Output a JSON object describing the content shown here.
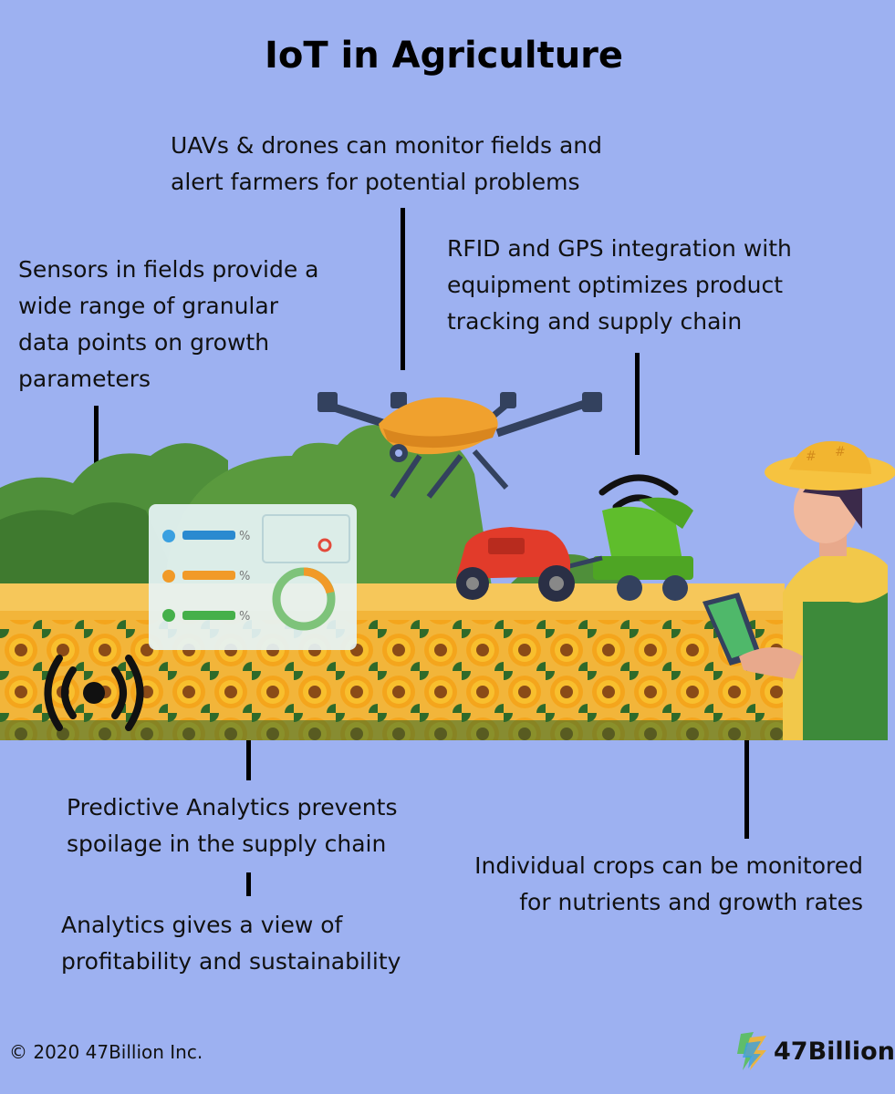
{
  "title": "IoT in Agriculture",
  "captions": {
    "drones": "UAVs & drones can monitor fields and\nalert farmers for potential problems",
    "rfid": "RFID and GPS integration with\nequipment optimizes product\ntracking and supply chain",
    "sensors": "Sensors in fields provide a\nwide range of granular\ndata points on growth\nparameters",
    "predictive": "Predictive Analytics prevents\nspoilage in the supply chain",
    "analytics": "Analytics gives a view of\nprofitability and sustainability",
    "crops": "Individual crops can be monitored\nfor nutrients and growth rates"
  },
  "dashboard_percent": "%",
  "footer": {
    "copyright": "© 2020 47Billion Inc.",
    "brand": "47Billion"
  },
  "colors": {
    "background": "#9db1f1",
    "field": "#f2b53a",
    "trees": "#4f8f3a",
    "drone_body": "#f0a12e",
    "tractor": "#e23b2a",
    "harvester": "#5fbd2c"
  }
}
